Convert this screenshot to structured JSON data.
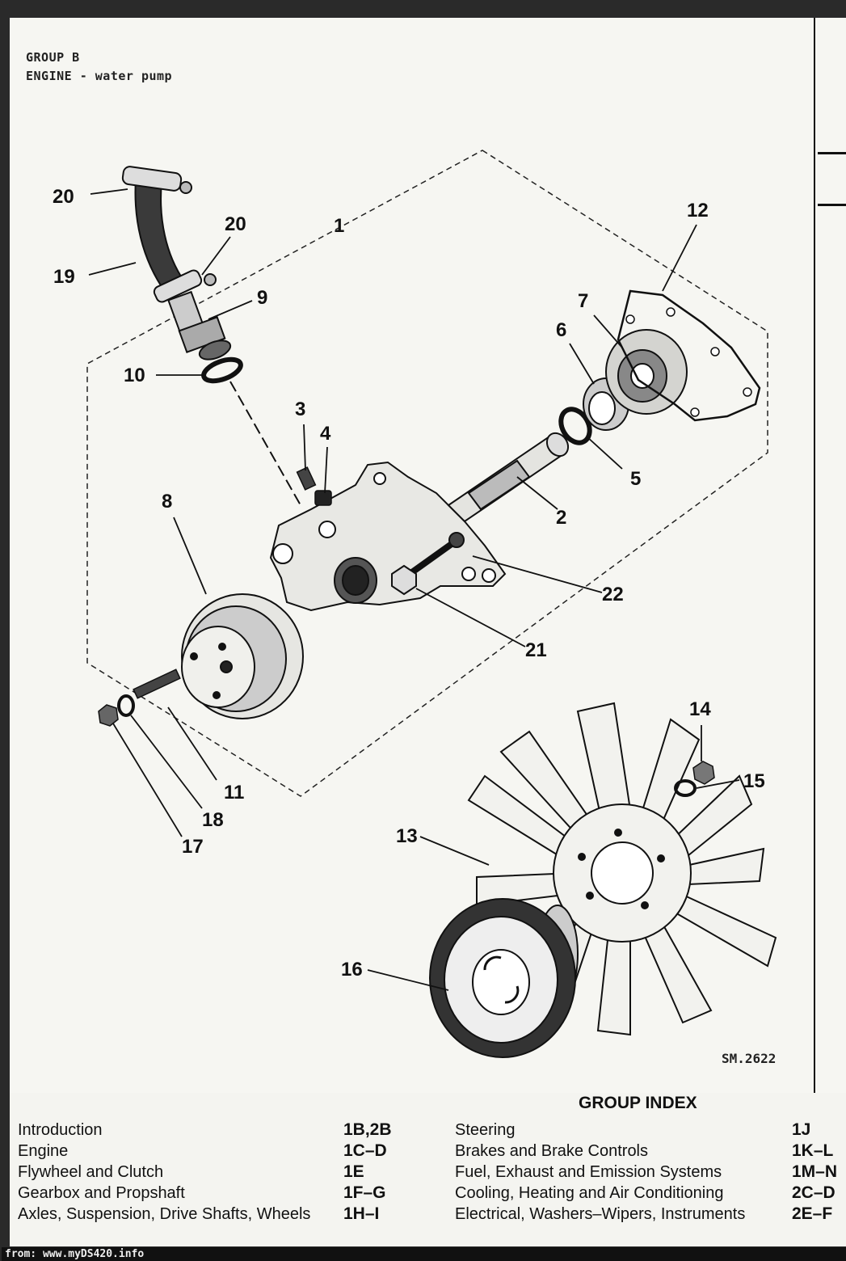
{
  "header": {
    "group": "GROUP B",
    "subtitle": "ENGINE - water pump"
  },
  "callouts": [
    "20",
    "20",
    "19",
    "1",
    "9",
    "10",
    "12",
    "7",
    "6",
    "3",
    "4",
    "5",
    "8",
    "2",
    "22",
    "21",
    "11",
    "18",
    "17",
    "14",
    "15",
    "13",
    "16"
  ],
  "drawing_ref": "SM.2622",
  "group_index": {
    "title": "GROUP INDEX",
    "left": [
      {
        "label": "Introduction",
        "code": "1B,2B"
      },
      {
        "label": "Engine",
        "code": "1C–D"
      },
      {
        "label": "Flywheel and Clutch",
        "code": "1E"
      },
      {
        "label": "Gearbox and Propshaft",
        "code": "1F–G"
      },
      {
        "label": "Axles, Suspension, Drive Shafts, Wheels",
        "code": "1H–I"
      }
    ],
    "right": [
      {
        "label": "Steering",
        "code": "1J"
      },
      {
        "label": "Brakes and Brake Controls",
        "code": "1K–L"
      },
      {
        "label": "Fuel, Exhaust and Emission Systems",
        "code": "1M–N"
      },
      {
        "label": "Cooling, Heating and Air Conditioning",
        "code": "2C–D"
      },
      {
        "label": "Electrical, Washers–Wipers, Instruments",
        "code": "2E–F"
      }
    ]
  },
  "footer": "from: www.myDS420.info"
}
